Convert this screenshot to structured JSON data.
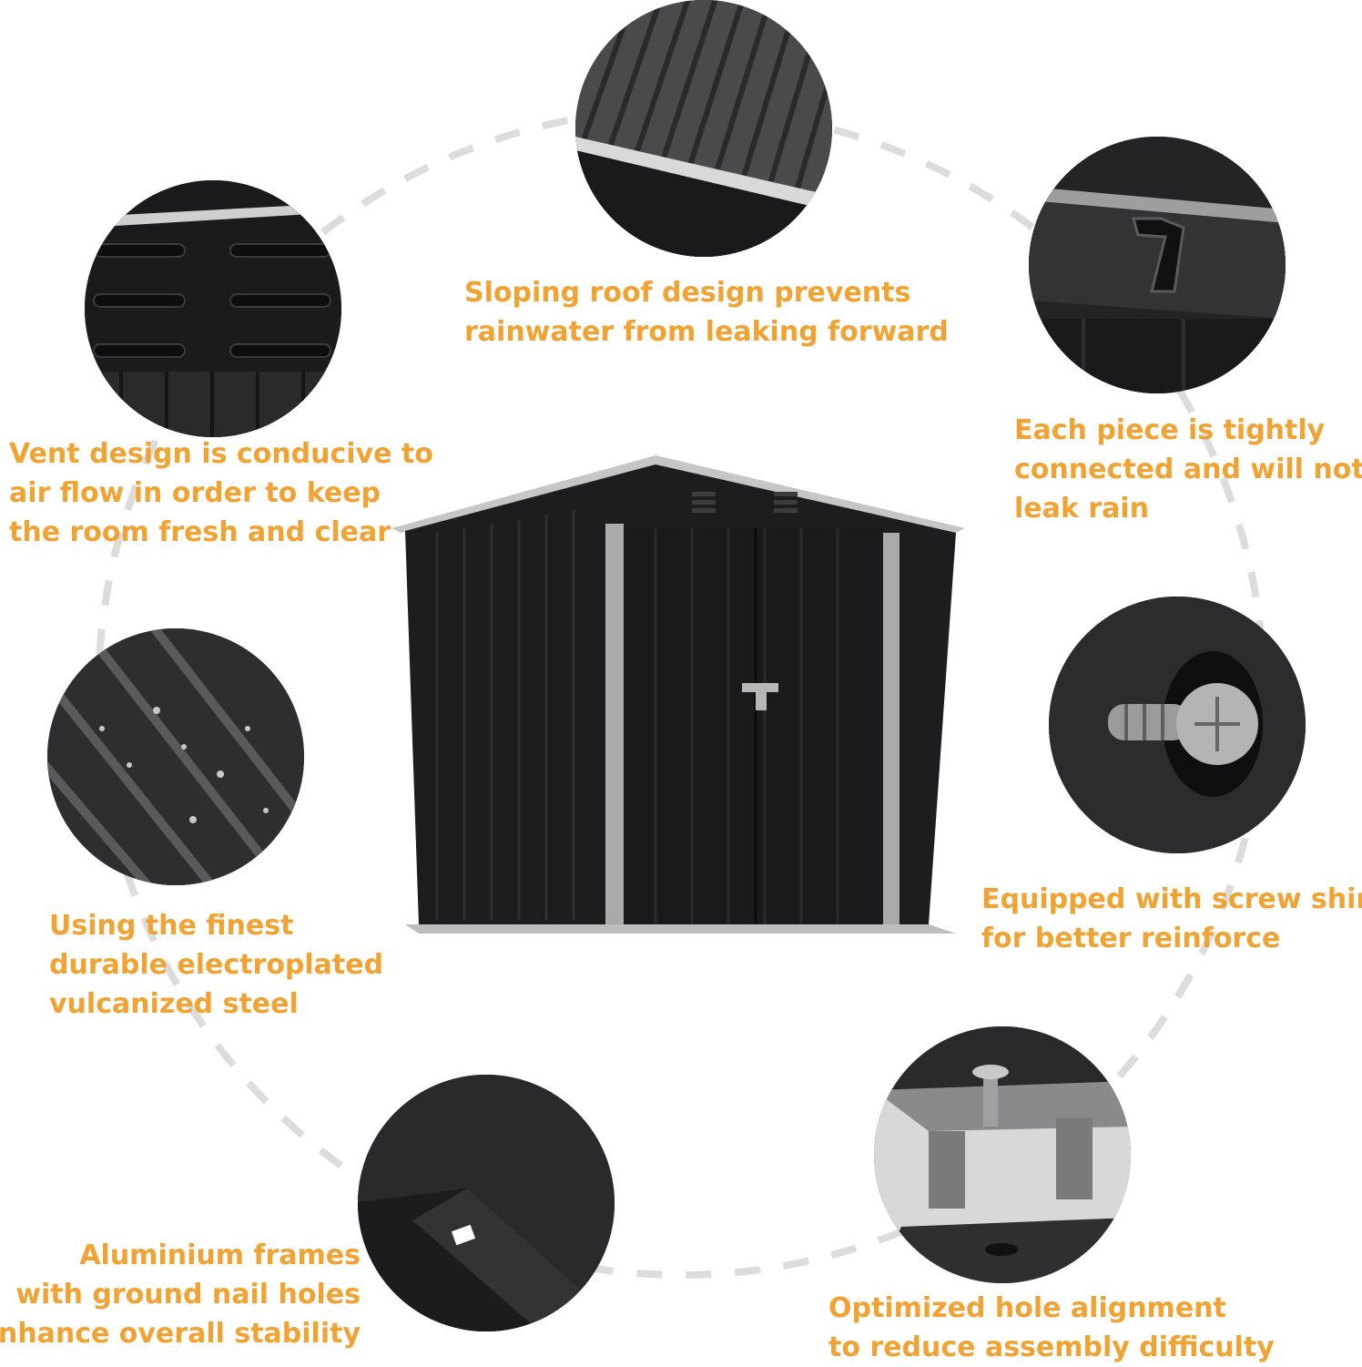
{
  "features": {
    "roof": {
      "lines": [
        "Sloping roof design prevents",
        "rainwater from leaking forward"
      ]
    },
    "vent": {
      "lines": [
        "Vent design is conducive to",
        "air flow in order to keep",
        "the room fresh and clear"
      ]
    },
    "connection": {
      "lines": [
        "Each piece is tightly",
        "connected and will not",
        "leak rain"
      ]
    },
    "steel": {
      "lines": [
        "Using the finest",
        "durable electroplated",
        "vulcanized steel"
      ]
    },
    "screw": {
      "lines": [
        "Equipped with screw shim",
        "for better reinforce"
      ]
    },
    "frame": {
      "lines": [
        "Aluminium frames",
        "with ground nail holes",
        "enhance overall stability"
      ]
    },
    "alignment": {
      "lines": [
        "Optimized hole alignment",
        "to reduce assembly difficulty"
      ]
    }
  },
  "colors": {
    "caption": "#f0a232",
    "shed_body": "#1e1e20",
    "trim": "#b9b9b9",
    "ring": "#d9d9d9"
  }
}
